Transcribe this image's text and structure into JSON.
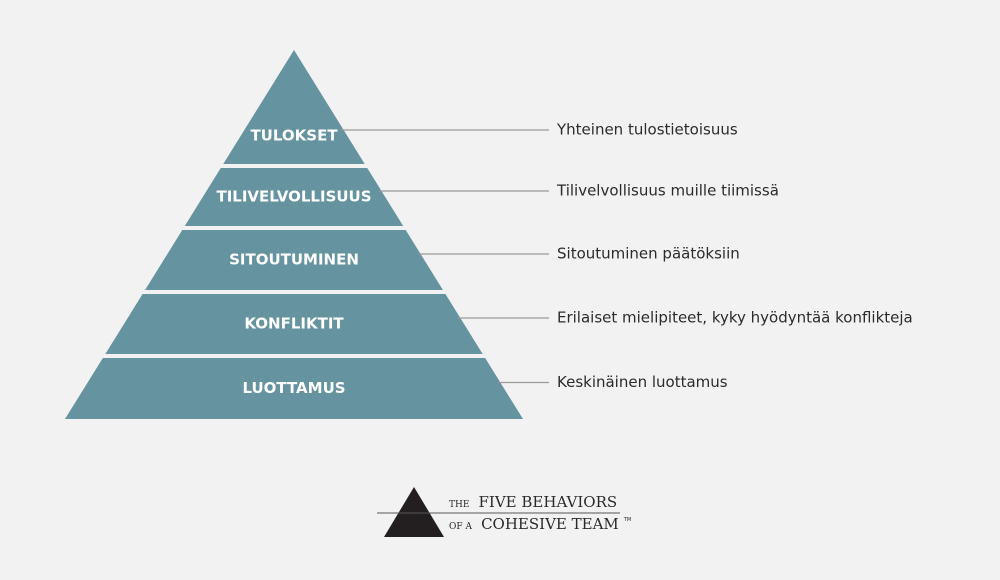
{
  "pyramid": {
    "fill_color": "#6593a0",
    "tiers": [
      {
        "label": "TULOKSET",
        "description": "Yhteinen tulostietoisuus"
      },
      {
        "label": "TILIVELVOLLISUUS",
        "description": "Tilivelvollisuus muille tiimissä"
      },
      {
        "label": "SITOUTUMINEN",
        "description": "Sitoutuminen päätöksiin"
      },
      {
        "label": "KONFLIKTIT",
        "description": "Erilaiset mielipiteet, kyky hyödyntää konflikteja"
      },
      {
        "label": "LUOTTAMUS",
        "description": "Keskinäinen luottamus"
      }
    ]
  },
  "logo": {
    "line1_small": "THE",
    "line1_big": "FIVE BEHAVIORS",
    "line2_small": "OF A",
    "line2_big": "COHESIVE TEAM",
    "trademark": "TM",
    "mark_color": "#231f20"
  }
}
